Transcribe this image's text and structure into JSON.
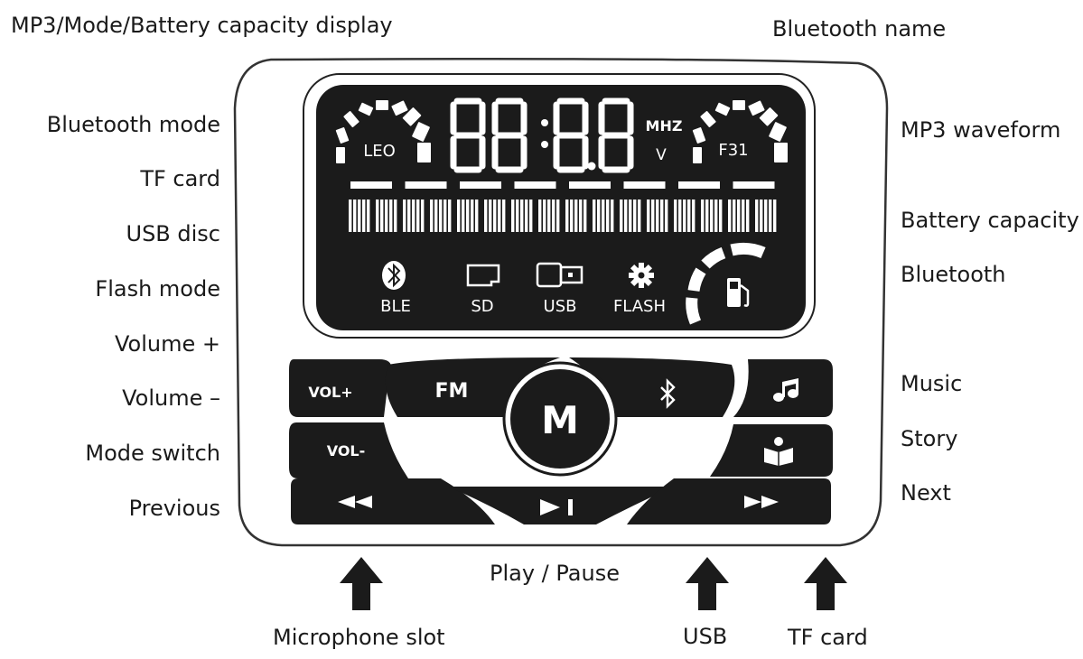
{
  "labels": {
    "top_left": "MP3/Mode/Battery capacity display",
    "top_right": "Bluetooth name",
    "left": [
      "Bluetooth mode",
      "TF card",
      "USB disc",
      "Flash mode",
      "Volume +",
      "Volume –",
      "Mode switch",
      "Previous"
    ],
    "right": [
      "MP3 waveform",
      "Battery capacity",
      "Bluetooth",
      "Music",
      "Story",
      "Next"
    ],
    "bottom": {
      "play_pause": "Play / Pause",
      "microphone": "Microphone slot",
      "usb": "USB",
      "tf_card": "TF card"
    }
  },
  "display": {
    "digits": "88:8.8",
    "mhz": "MHZ",
    "volt": "V",
    "left_gauge": "LEO",
    "right_gauge": "F31",
    "icons": {
      "ble": "BLE",
      "sd": "SD",
      "usb": "USB",
      "flash": "FLASH"
    }
  },
  "buttons": {
    "vol_up": "VOL+",
    "vol_down": "VOL-",
    "fm": "FM",
    "mode": "M"
  },
  "icon_names": [
    "bluetooth-icon",
    "sd-card-icon",
    "usb-icon",
    "gear-icon",
    "fuel-pump-icon",
    "music-note-icon",
    "story-book-icon",
    "rewind-icon",
    "play-pause-icon",
    "fast-forward-icon",
    "up-arrow-icon"
  ],
  "colors": {
    "panel": "#1b1b1b",
    "lcd_text": "#ffffff",
    "frame": "#333333"
  }
}
